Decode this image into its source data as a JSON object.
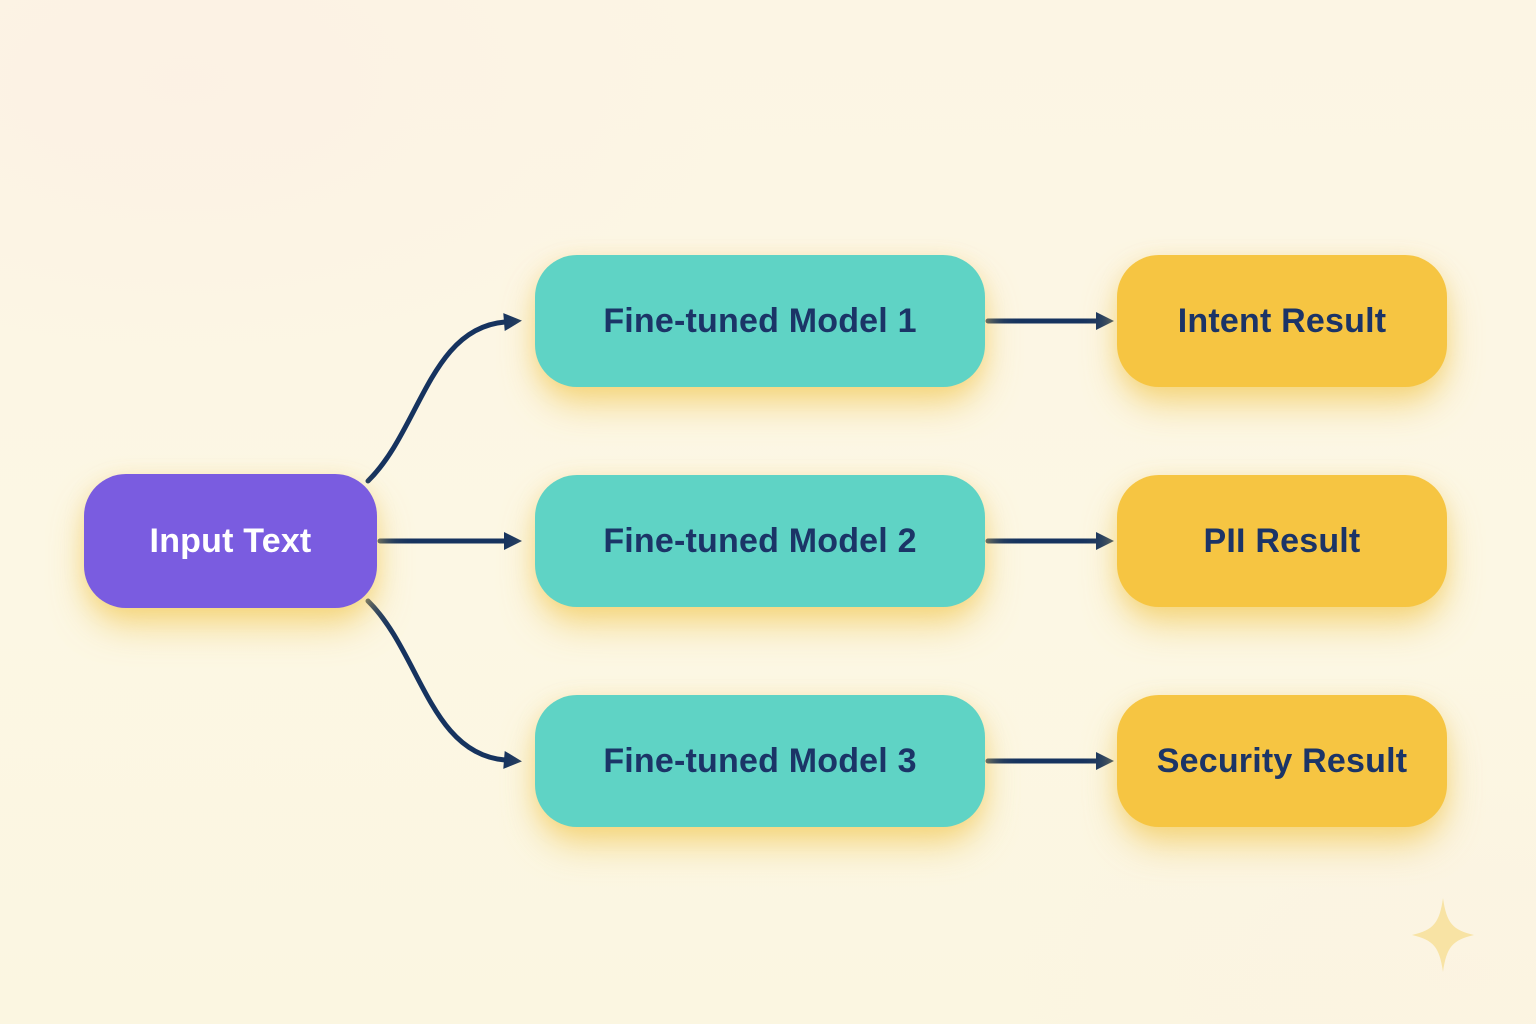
{
  "diagram": {
    "nodes": {
      "input": {
        "label": "Input Text",
        "fill": "#7A5CE0",
        "text_color": "#FFFFFF"
      },
      "model1": {
        "label": "Fine-tuned Model 1",
        "fill": "#5FD3C5",
        "text_color": "#1B3467"
      },
      "model2": {
        "label": "Fine-tuned Model 2",
        "fill": "#5FD3C5",
        "text_color": "#1B3467"
      },
      "model3": {
        "label": "Fine-tuned Model 3",
        "fill": "#5FD3C5",
        "text_color": "#1B3467"
      },
      "result1": {
        "label": "Intent Result",
        "fill": "#F6C542",
        "text_color": "#1B3467"
      },
      "result2": {
        "label": "PII Result",
        "fill": "#F6C542",
        "text_color": "#1B3467"
      },
      "result3": {
        "label": "Security Result",
        "fill": "#F6C542",
        "text_color": "#1B3467"
      }
    },
    "edges": [
      {
        "from": "input",
        "to": "model1"
      },
      {
        "from": "input",
        "to": "model2"
      },
      {
        "from": "input",
        "to": "model3"
      },
      {
        "from": "model1",
        "to": "result1"
      },
      {
        "from": "model2",
        "to": "result2"
      },
      {
        "from": "model3",
        "to": "result3"
      }
    ],
    "colors": {
      "background": "#FCF6E4",
      "arrow": "#16335F",
      "glow": "#F3CC5F",
      "sparkle": "#F8E3A4"
    }
  }
}
